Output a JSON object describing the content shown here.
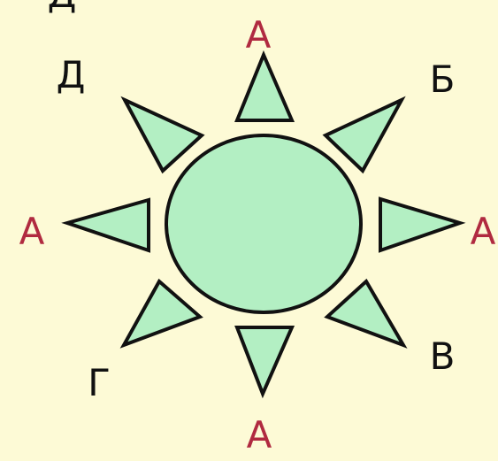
{
  "colors": {
    "background": "#fdfad6",
    "fill": "#b3efc3",
    "stroke": "#111111",
    "label_a": "#b02a40",
    "label_other": "#111111"
  },
  "labels": {
    "top": "А",
    "left": "А",
    "right": "А",
    "bottom": "А",
    "top_right": "Б",
    "bottom_right": "В",
    "bottom_left": "Г",
    "top_left": "Д",
    "corner_fragment": "Д"
  }
}
